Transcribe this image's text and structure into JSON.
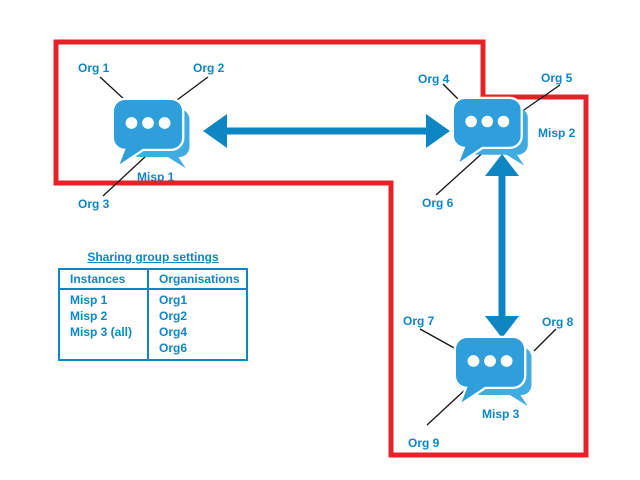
{
  "labels": {
    "org1": "Org 1",
    "org2": "Org 2",
    "org3": "Org 3",
    "org4": "Org 4",
    "org5": "Org 5",
    "org6": "Org 6",
    "org7": "Org 7",
    "org8": "Org 8",
    "org9": "Org 9",
    "misp1": "Misp 1",
    "misp2": "Misp 2",
    "misp3": "Misp 3"
  },
  "sharing_group": {
    "title": "Sharing group settings",
    "headers": {
      "instances": "Instances",
      "organisations": "Organisations"
    },
    "instances": [
      "Misp 1",
      "Misp 2",
      "Misp 3 (all)"
    ],
    "organisations": [
      "Org1",
      "Org2",
      "Org4",
      "Org6"
    ]
  },
  "icons": {
    "misp_instance": "chat-bubbles-icon",
    "sync_horizontal": "double-headed-arrow",
    "sync_vertical": "double-headed-arrow"
  },
  "colors": {
    "boundary_red": "#E62228",
    "text_blue": "#0F86C4",
    "arrow_blue": "#0F86C4",
    "icon_blue": "#2E9FDA",
    "icon_blue_light": "#41ACE1",
    "connector_black": "#151515",
    "background": "#FFFFFF"
  }
}
